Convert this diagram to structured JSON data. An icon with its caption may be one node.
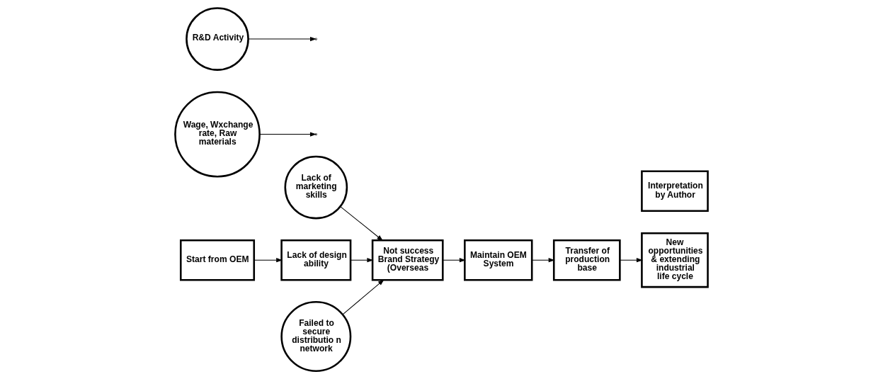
{
  "diagram": {
    "nodes": [
      {
        "text": [
          "Lack of marketing skills"
        ]
      },
      {
        "text": [
          "Interpretation by Author"
        ]
      },
      {
        "text": [
          "Start from OEM"
        ]
      },
      {
        "text": [
          "Lack of design ability"
        ]
      },
      {
        "text": [
          "Not success Brand Strategy (Overseas"
        ]
      },
      {
        "text": [
          "Maintain OEM System"
        ]
      },
      {
        "text": [
          "Transfer of production base"
        ]
      },
      {
        "text": [
          "New opportunities & extending industrial life cycle"
        ]
      },
      {
        "text": [
          "Failed to secure distributio n network"
        ]
      },
      {
        "text": [
          "Wage, Wxchange rate, Raw materials"
        ]
      },
      {
        "text": [
          "R&D Activity"
        ]
      }
    ],
    "edges": [
      {
        "from": 2,
        "to": 3,
        "arrow": "to"
      },
      {
        "from": 3,
        "to": 4,
        "arrow": "to"
      },
      {
        "from": 4,
        "to": 5,
        "arrow": "to"
      },
      {
        "from": 5,
        "to": 6,
        "arrow": "to"
      },
      {
        "from": 6,
        "to": 7,
        "arrow": "to"
      },
      {
        "from": 0,
        "to": 4,
        "arrow": "to"
      },
      {
        "from": 8,
        "to": 4,
        "arrow": "to"
      },
      {
        "from": 9,
        "to": null,
        "arrow": "to"
      },
      {
        "from": 10,
        "to": null,
        "arrow": "to"
      }
    ]
  }
}
